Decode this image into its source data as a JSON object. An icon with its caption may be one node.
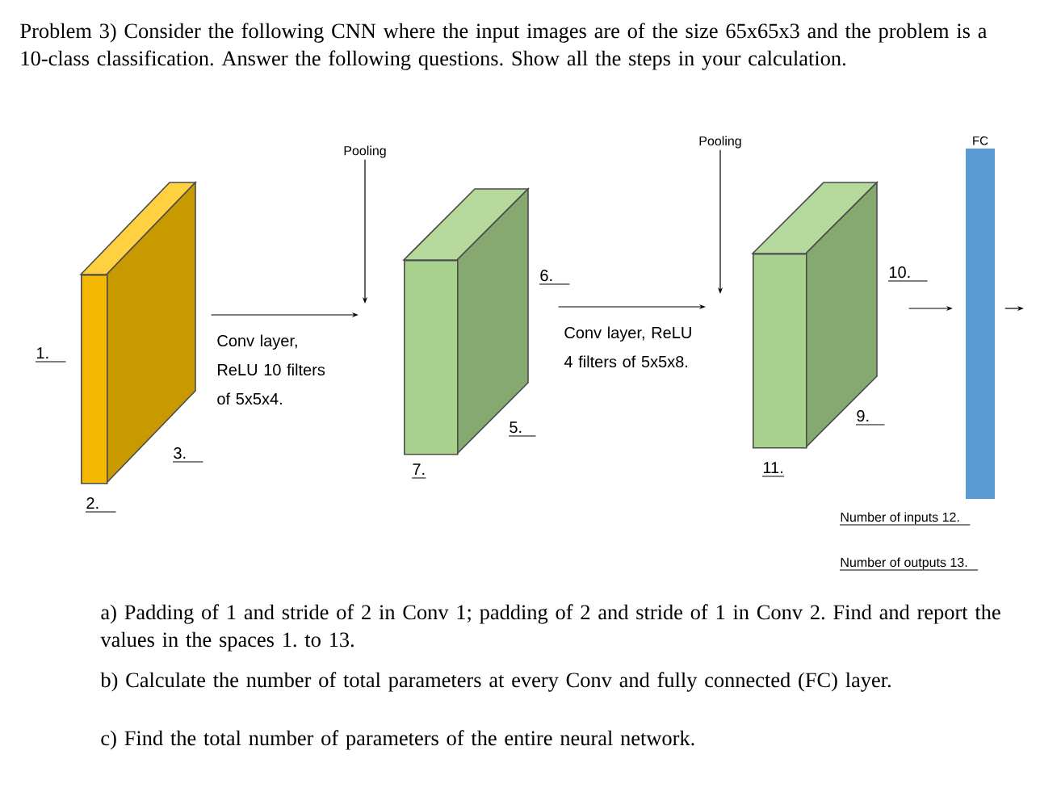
{
  "diagram": {
    "title": "Problem 3) Consider the following CNN where the input images are of the size 65x65x3 and the problem is a 10-class classification. Answer the following questions.",
    "nodes": [
      {
        "text": [],
        "shape": "box",
        "beside": [
          "1.",
          "3.",
          "2."
        ]
      },
      {
        "text": [
          "Pooling"
        ]
      },
      {
        "text": [],
        "shape": "box",
        "beside": [
          "6.",
          "5.",
          "7."
        ]
      },
      {
        "text": [
          "Pooling"
        ]
      },
      {
        "text": [],
        "shape": "box",
        "beside": [
          "10.",
          "9.",
          "11."
        ]
      },
      {
        "text": [
          "FC"
        ],
        "beside": [
          "Number of inputs 12.",
          "Number of outputs 13."
        ]
      }
    ],
    "edges": [
      {
        "from": 0,
        "to": 2,
        "arrow": "to",
        "label": "Conv layer, ReLU 10 filters of 5x5x4."
      },
      {
        "from": 1,
        "to": null,
        "arrow": "to"
      },
      {
        "from": 2,
        "to": 4,
        "arrow": "to",
        "label": "Conv layer, ReLU 4 filters of 5x5x8."
      },
      {
        "from": 3,
        "to": null,
        "arrow": "to"
      },
      {
        "from": 4,
        "to": 5,
        "arrow": "to"
      },
      {
        "from": 5,
        "to": null,
        "arrow": "to"
      }
    ],
    "labels": [
      "Show all the steps in your calculation.",
      "a) Padding of 1 and stride of 2 in Conv 1; padding of 2 and stride of 1 in Conv 2. Find and report the values in the spaces 1. to 13.",
      "b) Calculate the number of total parameters at every Conv and fully connected (FC) layer.",
      "c) Find the total number of parameters of the entire neural network."
    ]
  }
}
